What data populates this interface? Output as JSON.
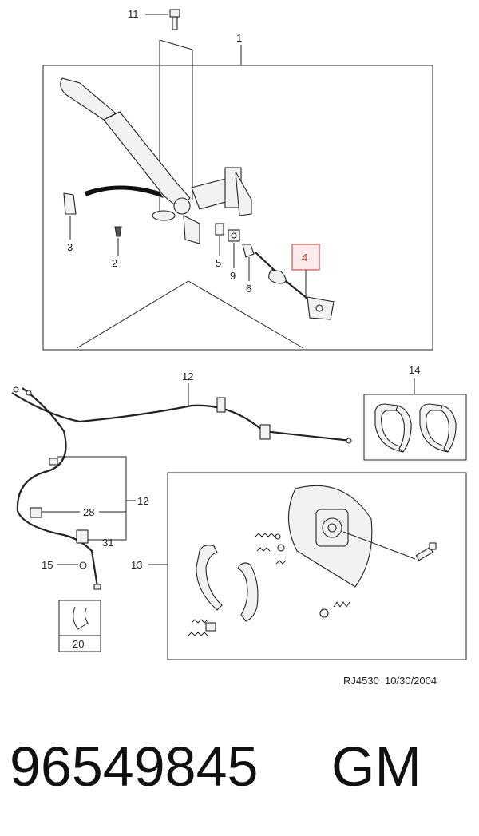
{
  "callouts": {
    "p1": "1",
    "p2": "2",
    "p3": "3",
    "p4": "4",
    "p5": "5",
    "p6": "6",
    "p9": "9",
    "p11": "11",
    "p12a": "12",
    "p12b": "12",
    "p13": "13",
    "p14": "14",
    "p15": "15",
    "p20": "20",
    "p28": "28",
    "p31": "31"
  },
  "highlight_color": "#e57373",
  "doc_ref": "RJ4530  10/30/2004",
  "part_number": "96549845",
  "brand": "GM"
}
